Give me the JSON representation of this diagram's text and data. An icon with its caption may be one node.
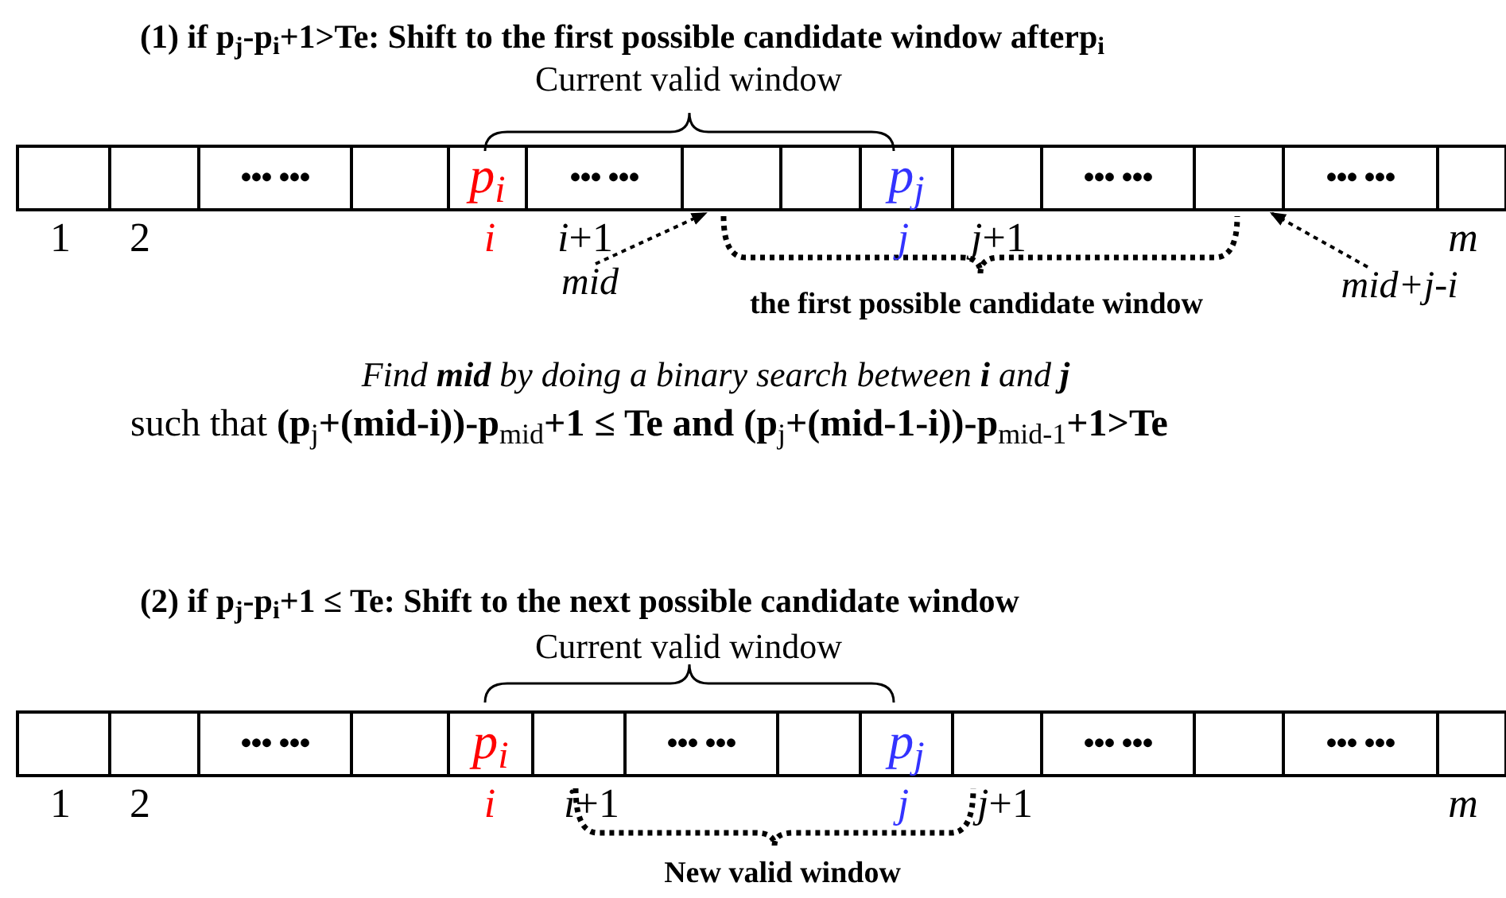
{
  "diagram": {
    "nodes": [
      {
        "text": [],
        "shape": "box"
      },
      {
        "text": [],
        "shape": "box"
      },
      {
        "text": [
          "••• •••"
        ]
      },
      {
        "text": [],
        "shape": "box"
      },
      {
        "text": [
          "p$_{i}$"
        ]
      },
      {
        "text": [
          "••• •••"
        ]
      },
      {
        "text": [],
        "shape": "box"
      },
      {
        "text": [],
        "shape": "box"
      },
      {
        "text": [
          "p$_{j}$"
        ]
      },
      {
        "text": [],
        "shape": "box"
      },
      {
        "text": [
          "••• •••"
        ]
      },
      {
        "text": [],
        "shape": "box"
      },
      {
        "text": [
          "••• •••"
        ]
      },
      {
        "text": [],
        "shape": "box"
      },
      {
        "text": [
          "mid"
        ]
      },
      {
        "text": [
          "mid+j-i"
        ]
      },
      {
        "text": [],
        "shape": "box"
      },
      {
        "text": [],
        "shape": "box"
      },
      {
        "text": [
          "••• •••"
        ]
      },
      {
        "text": [],
        "shape": "box"
      },
      {
        "text": [
          "p$_{i}$"
        ]
      },
      {
        "text": [],
        "shape": "box"
      },
      {
        "text": [
          "••• •••"
        ]
      },
      {
        "text": [],
        "shape": "box"
      },
      {
        "text": [
          "p$_{j}$"
        ]
      },
      {
        "text": [],
        "shape": "box"
      },
      {
        "text": [
          "••• •••"
        ]
      },
      {
        "text": [],
        "shape": "box"
      },
      {
        "text": [
          "••• •••"
        ]
      },
      {
        "text": [],
        "shape": "box"
      }
    ],
    "edges": [
      {
        "from": 14,
        "to": 6,
        "arrow": "to",
        "style": "dashed"
      },
      {
        "from": 15,
        "to": 11,
        "arrow": "to",
        "style": "dashed"
      }
    ],
    "labels": [
      "(1) if p$_{j}$-p$_{i}$+1>Te: Shift to the first possible candidate window afterp$_{i}$",
      "Current valid window",
      "1",
      "2",
      "i",
      "*i*+1",
      "j",
      "*j*+1",
      "m",
      "the first possible candidate window",
      "Find **mid** by doing a binary search between **i** and **j**",
      "such that **(p**$_{j}$**+(mid-i))-p**$_{mid}$**+1 ≤ Te and (p**$_{j}$**+(mid-1-i))-p**$_{mid-1}$**+1>Te**",
      "(2) if p$_{j}$-p$_{i}$+1 ≤ Te: Shift to the next possible candidate window",
      "Current valid window",
      "1",
      "2",
      "i",
      "*i*+1",
      "j",
      "*j*+1",
      "m",
      "New valid window"
    ]
  }
}
